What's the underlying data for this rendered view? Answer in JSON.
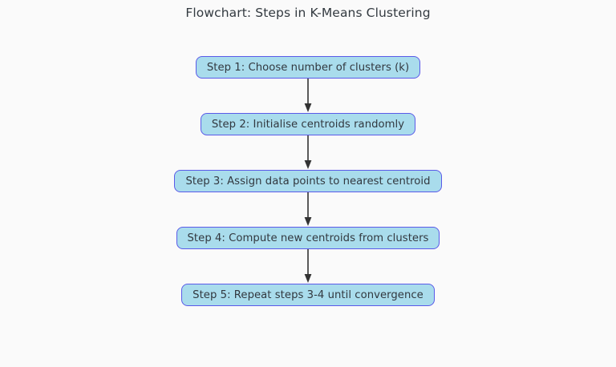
{
  "title": "Flowchart: Steps in K-Means Clustering",
  "colors": {
    "background": "#fafafa",
    "node_fill": "#a9dcec",
    "node_border": "#5a5ae8",
    "node_text": "#32383f",
    "title_text": "#333a40",
    "arrow": "#333333"
  },
  "chart_data": {
    "type": "diagram",
    "diagram_type": "flowchart",
    "orientation": "top-to-bottom",
    "title": "Flowchart: Steps in K-Means Clustering",
    "nodes": [
      {
        "id": "step1",
        "label": "Step 1: Choose number of clusters (k)"
      },
      {
        "id": "step2",
        "label": "Step 2: Initialise centroids randomly"
      },
      {
        "id": "step3",
        "label": "Step 3: Assign data points to nearest centroid"
      },
      {
        "id": "step4",
        "label": "Step 4: Compute new centroids from clusters"
      },
      {
        "id": "step5",
        "label": "Step 5: Repeat steps 3-4 until convergence"
      }
    ],
    "edges": [
      {
        "from": "step1",
        "to": "step2",
        "label": "",
        "arrow": "down"
      },
      {
        "from": "step2",
        "to": "step3",
        "label": "",
        "arrow": "down"
      },
      {
        "from": "step3",
        "to": "step4",
        "label": "",
        "arrow": "down"
      },
      {
        "from": "step4",
        "to": "step5",
        "label": "",
        "arrow": "down"
      }
    ]
  }
}
